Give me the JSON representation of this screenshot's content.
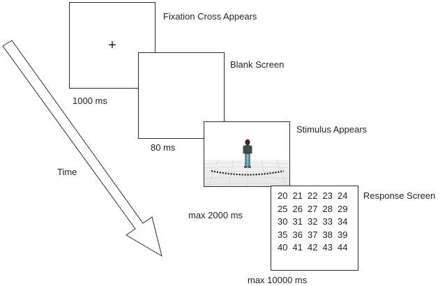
{
  "screens": {
    "fixation": {
      "label": "Fixation Cross Appears",
      "duration": "1000 ms",
      "symbol": "+"
    },
    "blank": {
      "label": "Blank Screen",
      "duration": "80 ms"
    },
    "stimulus": {
      "label": "Stimulus Appears",
      "duration": "max 2000 ms"
    },
    "response": {
      "label": "Response Screen",
      "duration": "max 10000 ms",
      "grid": [
        [
          "20",
          "21",
          "22",
          "23",
          "24"
        ],
        [
          "25",
          "26",
          "27",
          "28",
          "29"
        ],
        [
          "30",
          "31",
          "32",
          "33",
          "34"
        ],
        [
          "35",
          "36",
          "37",
          "38",
          "39"
        ],
        [
          "40",
          "41",
          "42",
          "43",
          "44"
        ]
      ]
    }
  },
  "timeline": {
    "label": "Time"
  }
}
